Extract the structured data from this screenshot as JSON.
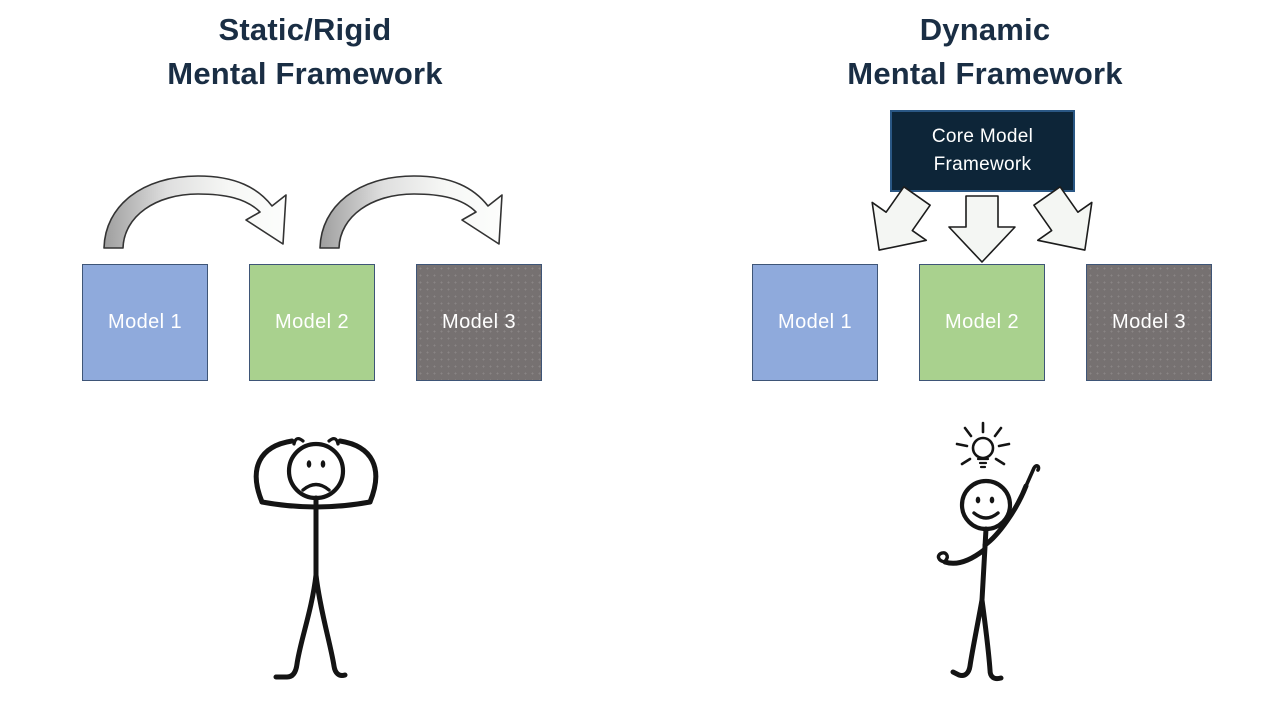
{
  "slide": {
    "background": "#FFFFFF",
    "left_panel": {
      "title": {
        "line1": "Static/Rigid",
        "line2": "Mental Framework"
      },
      "models": [
        {
          "label": "Model 1",
          "fill": "#8FAADC"
        },
        {
          "label": "Model 2",
          "fill": "#A9D18E"
        },
        {
          "label": "Model 3",
          "fill": "#767171"
        }
      ],
      "arrows": {
        "icon": "curved-arrow",
        "count": 2
      },
      "figure": {
        "icon": "confused-stick-figure"
      }
    },
    "right_panel": {
      "title": {
        "line1": "Dynamic",
        "line2": "Mental Framework"
      },
      "core_box": {
        "line1": "Core Model",
        "line2": "Framework",
        "fill": "#0D2538",
        "border": "#2A5784"
      },
      "models": [
        {
          "label": "Model 1",
          "fill": "#8FAADC"
        },
        {
          "label": "Model 2",
          "fill": "#A9D18E"
        },
        {
          "label": "Model 3",
          "fill": "#767171"
        }
      ],
      "arrows": {
        "icon": "down-block-arrow",
        "count": 3
      },
      "figure": {
        "icon": "idea-stick-figure",
        "accessory_icon": "lightbulb-icon"
      }
    },
    "colors": {
      "title_text": "#1A2E44",
      "model_text": "#FFFFFF",
      "box_border": "#3E5577",
      "curved_arrow_gradient_start": "#9E9E9E",
      "block_arrow_fill": "#F4F6F3"
    }
  }
}
